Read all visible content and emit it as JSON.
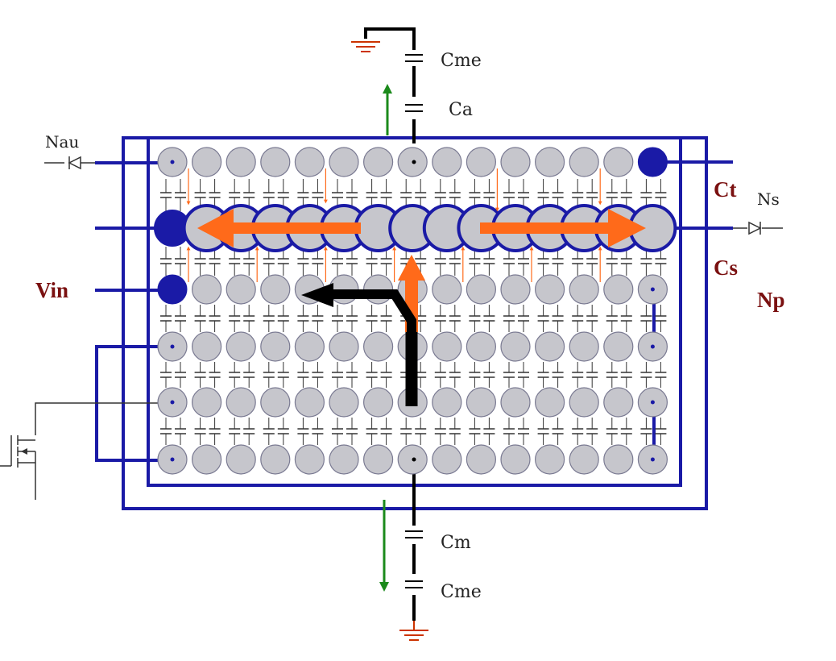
{
  "labels": {
    "cme_top": "Cme",
    "ca": "Ca",
    "nau": "Nau",
    "ct": "Ct",
    "ns": "Ns",
    "cs": "Cs",
    "vin": "Vin",
    "np": "Np",
    "cm": "Cm",
    "cme_bottom": "Cme"
  },
  "grid": {
    "rows": 6,
    "cols": 15
  },
  "colors": {
    "winding": "#1a1aa6",
    "node_fill": "#c6c6cc",
    "node_stroke": "#7a7a92",
    "cap": "#333333",
    "orange": "#ff6a1a",
    "black": "#000000",
    "green": "#1b8a1b",
    "ground": "#cc3300",
    "label_dark": "#7a1010",
    "label_plain": "#222222"
  }
}
